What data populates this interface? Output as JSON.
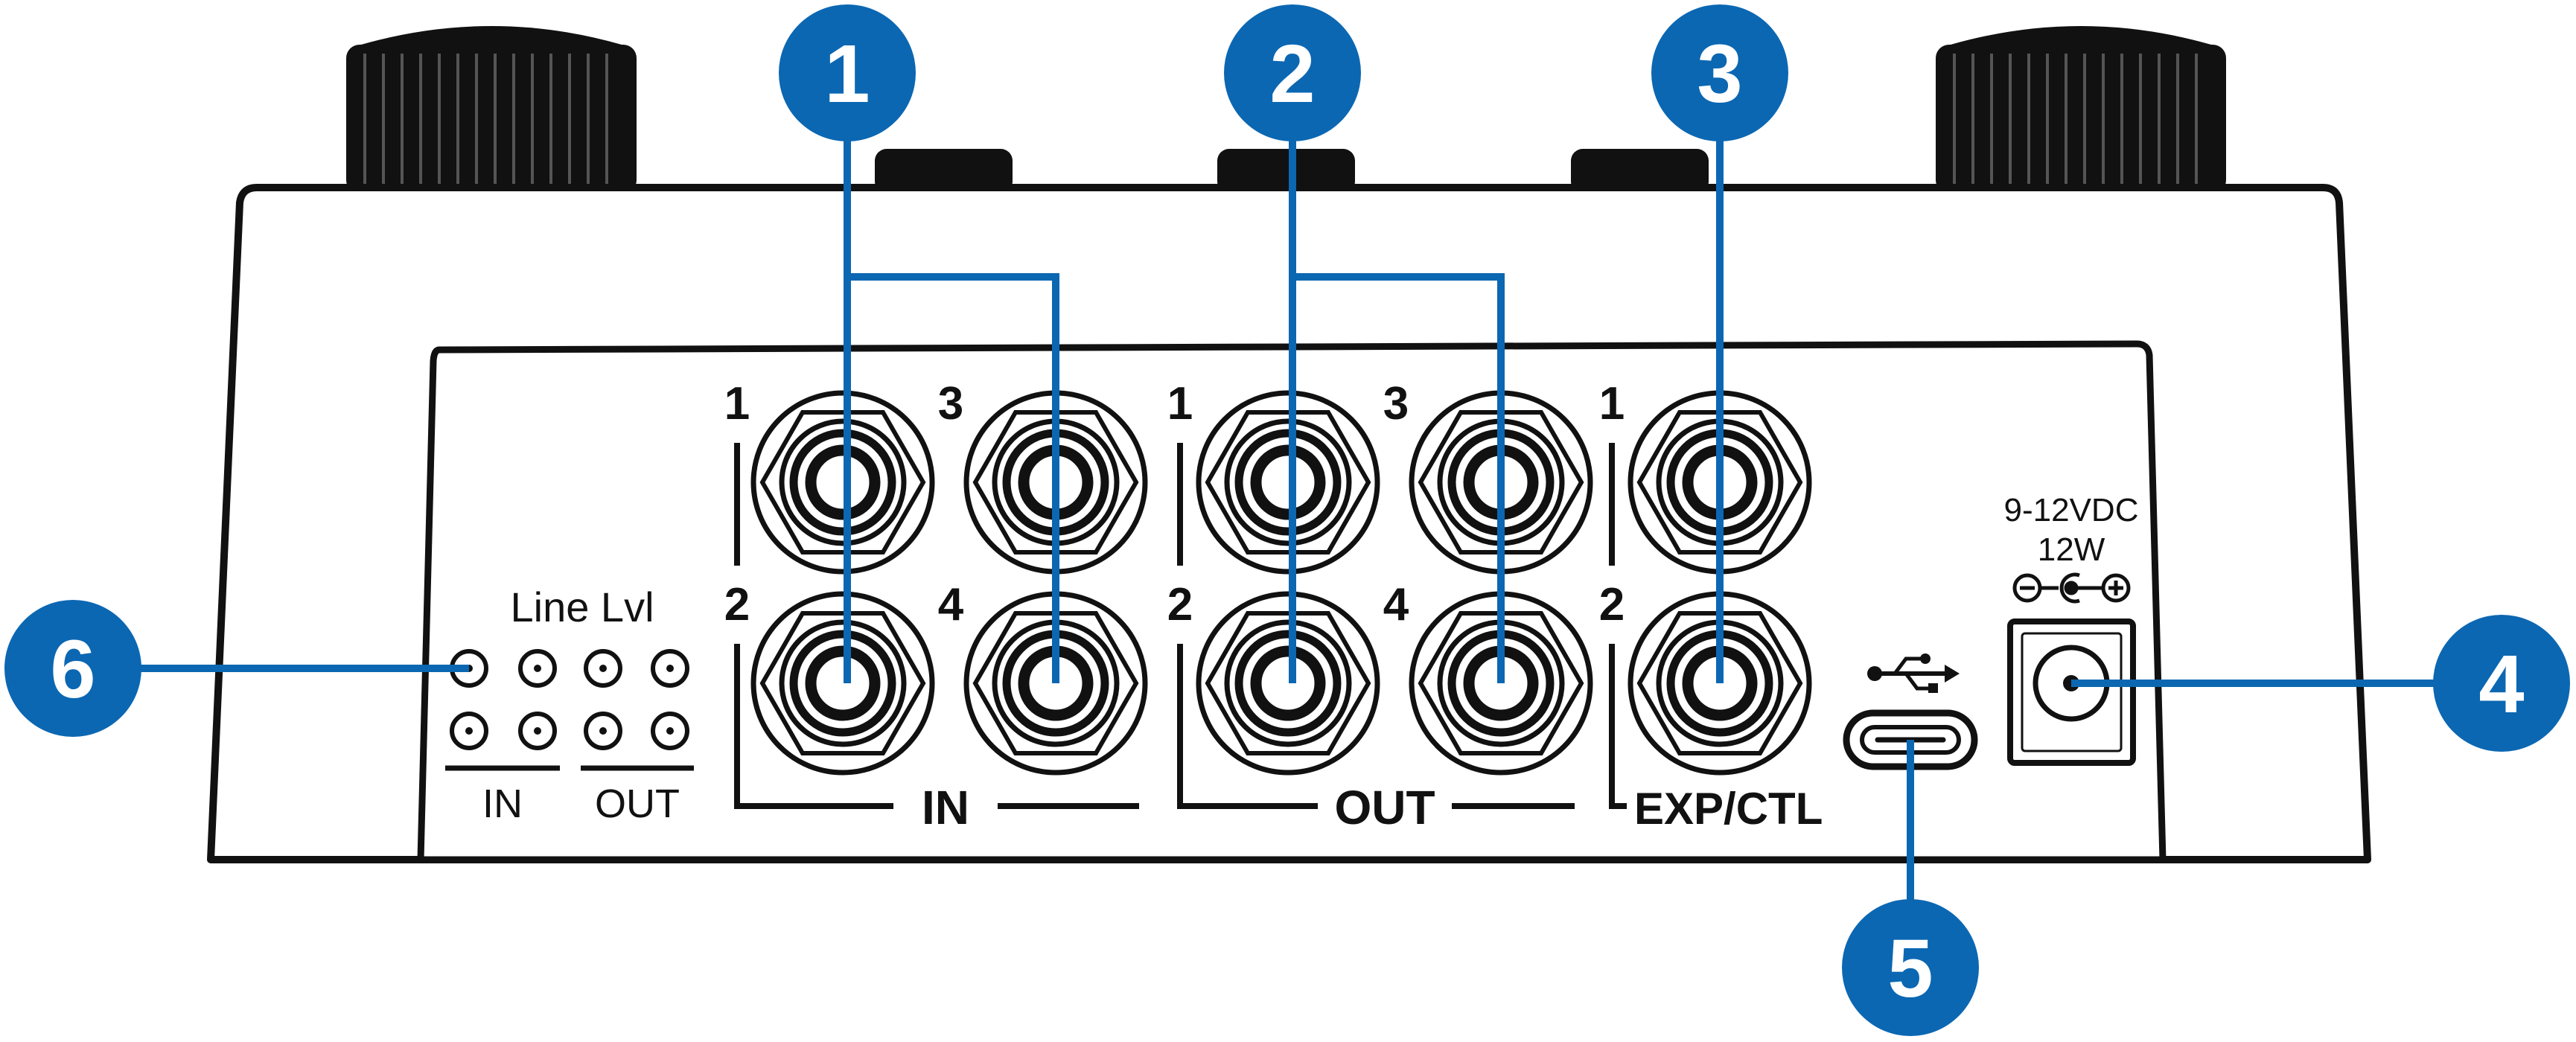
{
  "colors": {
    "callout": "#0B67B2",
    "outline": "#111111",
    "background": "#ffffff"
  },
  "labels": {
    "in_jack_numbers": [
      "1",
      "2",
      "3",
      "4"
    ],
    "out_jack_numbers": [
      "1",
      "2",
      "3",
      "4"
    ],
    "exp_jack_numbers": [
      "1",
      "2"
    ],
    "in_group": "IN",
    "out_group": "OUT",
    "exp_group": "EXP/CTL",
    "power_line1": "9-12VDC",
    "power_line2": "12W",
    "line_lvl": "Line Lvl",
    "line_lvl_in": "IN",
    "line_lvl_out": "OUT"
  },
  "callouts": [
    "1",
    "2",
    "3",
    "4",
    "5",
    "6"
  ],
  "icons": {
    "usb": "usb-icon",
    "polarity": "center-positive-polarity-icon"
  }
}
